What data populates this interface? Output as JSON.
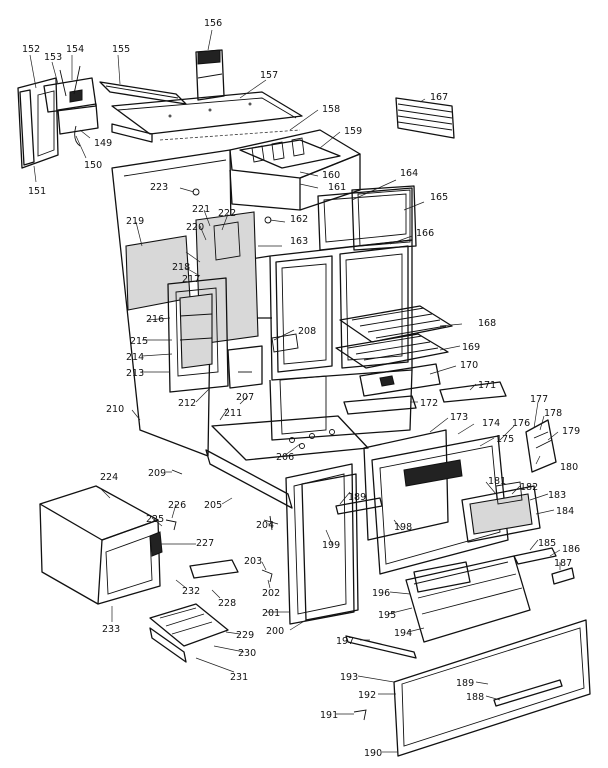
{
  "diagram": {
    "part_numbers": [
      "152",
      "153",
      "154",
      "155",
      "156",
      "157",
      "167",
      "149",
      "150",
      "151",
      "158",
      "159",
      "160",
      "161",
      "164",
      "165",
      "223",
      "162",
      "221",
      "222",
      "219",
      "220",
      "163",
      "166",
      "218",
      "217",
      "216",
      "215",
      "214",
      "213",
      "212",
      "208",
      "168",
      "169",
      "170",
      "171",
      "172",
      "173",
      "174",
      "175",
      "176",
      "177",
      "178",
      "179",
      "180",
      "210",
      "211",
      "207",
      "206",
      "209",
      "205",
      "189",
      "198",
      "199",
      "181",
      "182",
      "183",
      "184",
      "185",
      "186",
      "187",
      "224",
      "226",
      "225",
      "227",
      "204",
      "203",
      "202",
      "228",
      "232",
      "233",
      "229",
      "230",
      "231",
      "201",
      "200",
      "196",
      "195",
      "194",
      "197",
      "193",
      "192",
      "189",
      "188",
      "191",
      "190"
    ]
  },
  "colors": {
    "ink": "#111111",
    "background": "#ffffff"
  }
}
